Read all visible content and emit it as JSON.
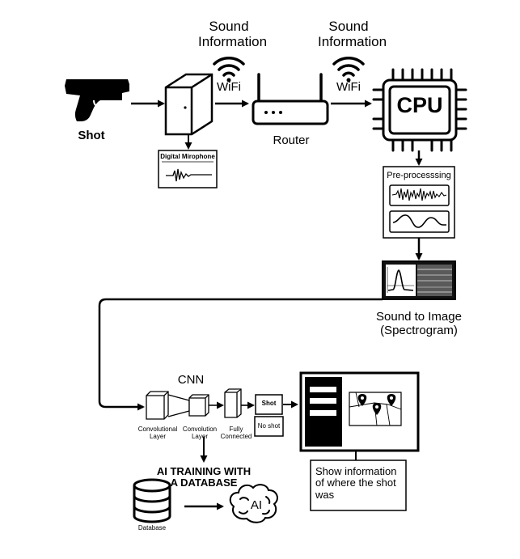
{
  "labels": {
    "sound_info_1": "Sound\nInformation",
    "sound_info_2": "Sound\nInformation",
    "wifi_1": "WiFi",
    "wifi_2": "WiFi",
    "shot": "Shot",
    "router": "Router",
    "cpu": "CPU",
    "digital_microphone": "Digital Mirophone",
    "preprocessing": "Pre-processsing",
    "sound_to_image": "Sound to Image\n(Spectrogram)",
    "cnn": "CNN",
    "conv_layer_1": "Convolutional\nLayer",
    "conv_layer_2": "Convolution\nLayer",
    "fully_connected": "Fully\nConnected",
    "output_shot": "Shot",
    "output_no_shot": "No shot",
    "ai_training": "AI TRAINING WITH\nA DATABASE",
    "database": "Database",
    "ai_brain": "AI",
    "show_info": "Show information\nof where the shot\nwas"
  },
  "icons": {
    "gun": "pistol-icon",
    "microphone_device": "microphone-unit-icon",
    "wifi": "wifi-icon",
    "router": "router-icon",
    "cpu": "cpu-chip-icon",
    "database": "database-icon",
    "brain": "brain-icon",
    "map": "map-pin-icon"
  },
  "colors": {
    "ink": "#000000",
    "paper": "#ffffff"
  }
}
